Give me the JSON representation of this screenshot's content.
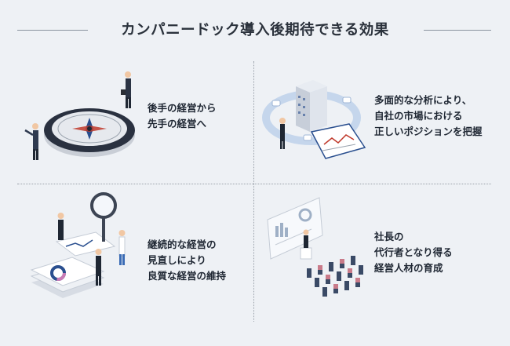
{
  "title": "カンパニードック導入後期待できる効果",
  "effects": [
    {
      "lines": [
        "後手の経営から",
        "先手の経営へ"
      ],
      "illustration_icon": "compass-icon"
    },
    {
      "lines": [
        "多面的な分析により、",
        "自社の市場における",
        "正しいポジションを把握"
      ],
      "illustration_icon": "building-analysis-icon"
    },
    {
      "lines": [
        "継続的な経営の",
        "見直しにより",
        "良質な経営の維持"
      ],
      "illustration_icon": "magnifier-review-icon"
    },
    {
      "lines": [
        "社長の",
        "代行者となり得る",
        "経営人材の育成"
      ],
      "illustration_icon": "seminar-training-icon"
    }
  ],
  "colors": {
    "background": "#eef1f5",
    "accent": "#2a4f8f",
    "text": "#1f2733"
  }
}
